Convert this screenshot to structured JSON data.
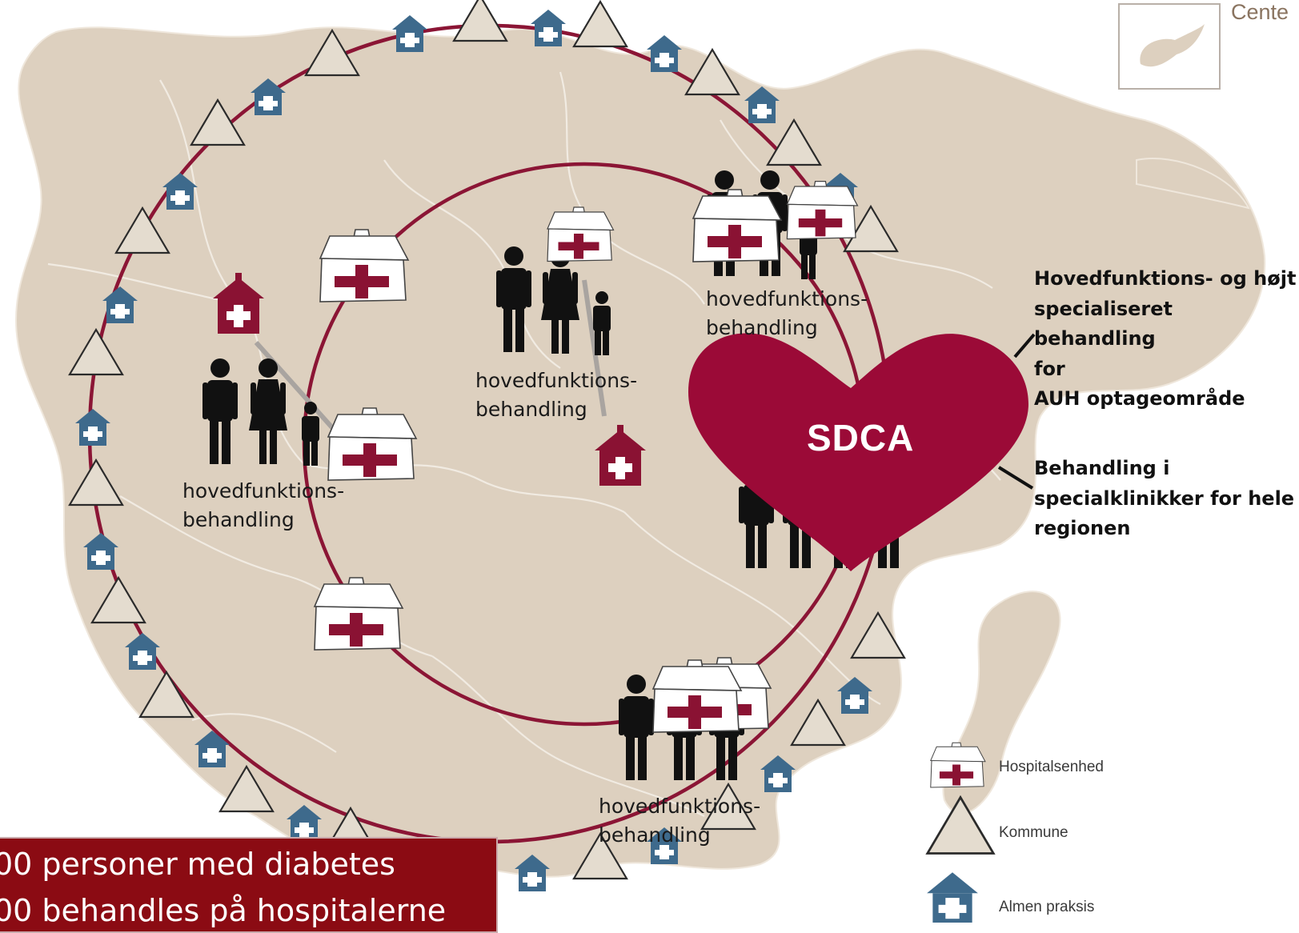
{
  "corner_text": "Cente",
  "labels": [
    {
      "id": "nw",
      "line1": "hovedfunktions-",
      "line2": "behandling"
    },
    {
      "id": "center",
      "line1": "hovedfunktions-",
      "line2": "behandling"
    },
    {
      "id": "ne",
      "line1": "hovedfunktions-",
      "line2": "behandling"
    },
    {
      "id": "south",
      "line1": "hovedfunktions-",
      "line2": "behandling"
    }
  ],
  "heart": {
    "label": "SDCA",
    "color": "#9b0a37"
  },
  "side_text": {
    "upper": [
      "Hovedfunktions- og højt",
      "specialiseret behandling",
      "for",
      "AUH optageområde"
    ],
    "lower": [
      "Behandling i",
      "specialklinikker for hele",
      "regionen"
    ]
  },
  "legend": [
    {
      "icon": "hospital-unit-icon",
      "label": "Hospitalsenhed"
    },
    {
      "icon": "municipality-triangle-icon",
      "label": "Kommune"
    },
    {
      "icon": "general-practice-icon",
      "label": "Almen praksis"
    }
  ],
  "info_box": {
    "line1": "00 personer med diabetes",
    "line2": "00 behandles på hospitalerne"
  },
  "colors": {
    "land": "#ddd0bf",
    "ring": "#8b1535",
    "house_blue": "#3e6a8c",
    "hospital_cross": "#8a1233",
    "triangle": "#e2d9cc"
  }
}
